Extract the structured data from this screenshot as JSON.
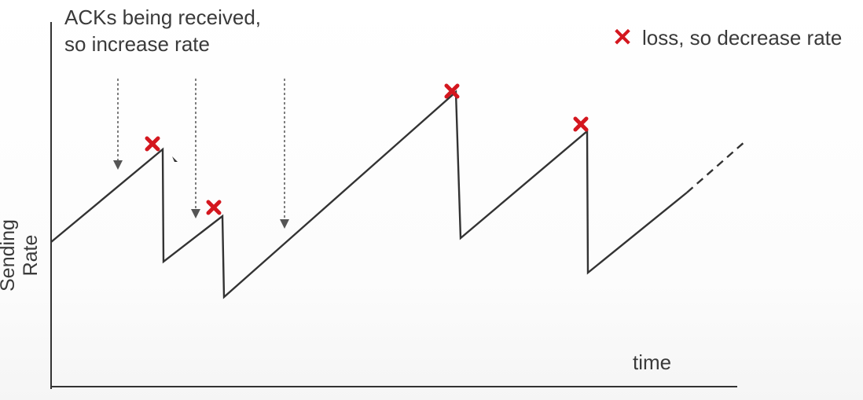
{
  "annotations": {
    "acks_line1": "ACKs being received,",
    "acks_line2": "so increase rate"
  },
  "legend": {
    "marker_symbol": "✕",
    "label": "loss, so decrease rate",
    "color": "#d4171f"
  },
  "axes": {
    "x_label": "time",
    "y_label": "Sending Rate"
  },
  "colors": {
    "line": "#333333",
    "arrow": "#555555",
    "loss_marker": "#d4171f"
  }
}
